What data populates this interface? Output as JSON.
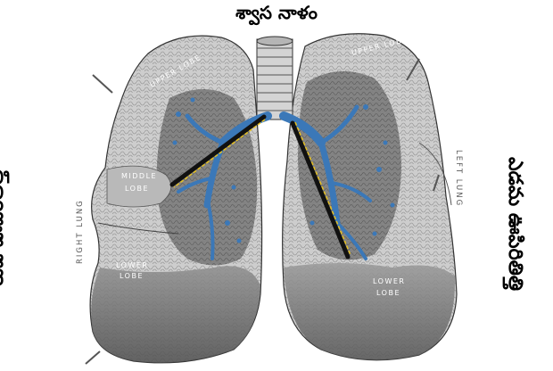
{
  "title": "శ్వాస నాళం",
  "left_label": "కుడి ఊపిరితిత్తి",
  "right_label": "ఎడమ ఊపిరితిత్తి",
  "engraving": {
    "right_upper": "UPPER LOBE",
    "left_upper": "UPPER LOBE",
    "right_middle_1": "MIDDLE",
    "right_middle_2": "LOBE",
    "right_lower_1": "LOWER",
    "right_lower_2": "LOBE",
    "left_lower_1": "LOWER",
    "left_lower_2": "LOBE",
    "right_side": "RIGHT LUNG",
    "left_side": "LEFT LUNG"
  },
  "colors": {
    "lung_tissue": "#c9c9c9",
    "lung_shadow": "#5c5c5c",
    "bronchi_blue": "#3b78b8",
    "pointer_black": "#111111",
    "pointer_yellow": "#e6c020"
  }
}
